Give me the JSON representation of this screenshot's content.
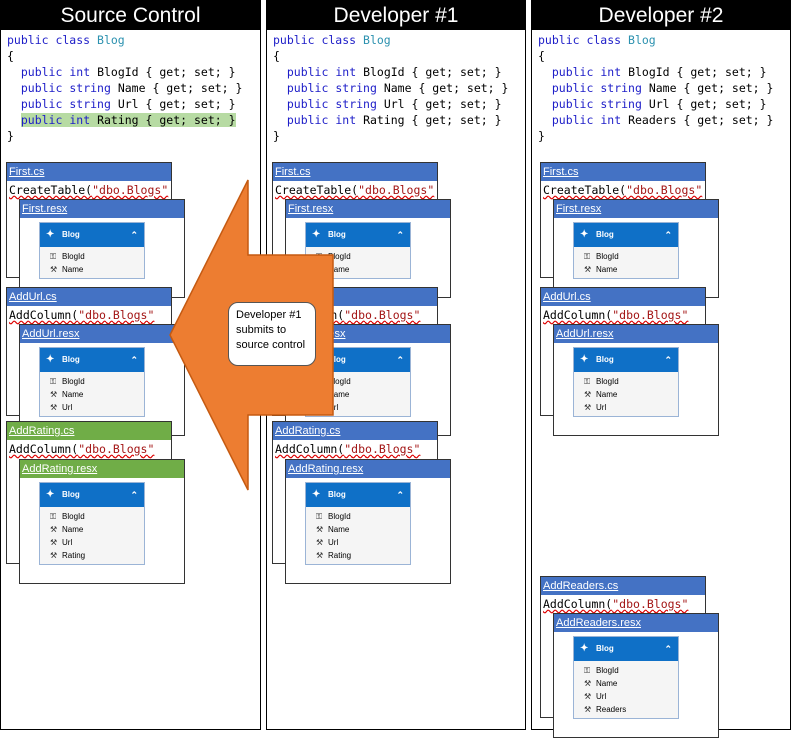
{
  "columns": [
    {
      "title": "Source Control",
      "code": {
        "line1": {
          "kw": "public class",
          "name": "Blog"
        },
        "open": "{",
        "props": [
          {
            "kw1": "public",
            "kw2": "int",
            "rest": "BlogId { get; set; }"
          },
          {
            "kw1": "public",
            "kw2": "string",
            "rest": "Name { get; set; }"
          },
          {
            "kw1": "public",
            "kw2": "string",
            "rest": "Url { get; set; }"
          },
          {
            "kw1": "public",
            "kw2": "int",
            "rest": "Rating { get; set; }"
          }
        ],
        "close": "}"
      },
      "files": [
        {
          "title": "First.cs",
          "code_fn": "CreateTable(",
          "code_str": "\"dbo.Blogs\"",
          "resx_title": "First.resx",
          "entity": "Blog",
          "props": [
            "BlogId",
            "Name"
          ]
        },
        {
          "title": "AddUrl.cs",
          "code_fn": "AddColumn(",
          "code_str": "\"dbo.Blogs\"",
          "resx_title": "AddUrl.resx",
          "entity": "Blog",
          "props": [
            "BlogId",
            "Name",
            "Url"
          ]
        },
        {
          "title": "AddRating.cs",
          "code_fn": "AddColumn(",
          "code_str": "\"dbo.Blogs\"",
          "resx_title": "AddRating.resx",
          "entity": "Blog",
          "props": [
            "BlogId",
            "Name",
            "Url",
            "Rating"
          ]
        }
      ]
    },
    {
      "title": "Developer #1",
      "code": {
        "line1": {
          "kw": "public class",
          "name": "Blog"
        },
        "open": "{",
        "props": [
          {
            "kw1": "public",
            "kw2": "int",
            "rest": "BlogId { get; set; }"
          },
          {
            "kw1": "public",
            "kw2": "string",
            "rest": "Name { get; set; }"
          },
          {
            "kw1": "public",
            "kw2": "string",
            "rest": "Url { get; set; }"
          },
          {
            "kw1": "public",
            "kw2": "int",
            "rest": "Rating { get; set; }"
          }
        ],
        "close": "}"
      },
      "files": [
        {
          "title": "First.cs",
          "code_fn": "CreateTable(",
          "code_str": "\"dbo.Blogs\"",
          "resx_title": "First.resx",
          "entity": "Blog",
          "props": [
            "BlogId",
            "Name"
          ]
        },
        {
          "title": "AddUrl.cs",
          "code_fn": "AddColumn(",
          "code_str": "\"dbo.Blogs\"",
          "resx_title": "AddUrl.resx",
          "entity": "Blog",
          "props": [
            "BlogId",
            "Name",
            "Url"
          ]
        },
        {
          "title": "AddRating.cs",
          "code_fn": "AddColumn(",
          "code_str": "\"dbo.Blogs\"",
          "resx_title": "AddRating.resx",
          "entity": "Blog",
          "props": [
            "BlogId",
            "Name",
            "Url",
            "Rating"
          ]
        }
      ]
    },
    {
      "title": "Developer #2",
      "code": {
        "line1": {
          "kw": "public class",
          "name": "Blog"
        },
        "open": "{",
        "props": [
          {
            "kw1": "public",
            "kw2": "int",
            "rest": "BlogId { get; set; }"
          },
          {
            "kw1": "public",
            "kw2": "string",
            "rest": "Name { get; set; }"
          },
          {
            "kw1": "public",
            "kw2": "string",
            "rest": "Url { get; set; }"
          },
          {
            "kw1": "public",
            "kw2": "int",
            "rest": "Readers { get; set; }"
          }
        ],
        "close": "}"
      },
      "files": [
        {
          "title": "First.cs",
          "code_fn": "CreateTable(",
          "code_str": "\"dbo.Blogs\"",
          "resx_title": "First.resx",
          "entity": "Blog",
          "props": [
            "BlogId",
            "Name"
          ]
        },
        {
          "title": "AddUrl.cs",
          "code_fn": "AddColumn(",
          "code_str": "\"dbo.Blogs\"",
          "resx_title": "AddUrl.resx",
          "entity": "Blog",
          "props": [
            "BlogId",
            "Name",
            "Url"
          ]
        },
        {
          "title": "AddReaders.cs",
          "code_fn": "AddColumn(",
          "code_str": "\"dbo.Blogs\"",
          "resx_title": "AddReaders.resx",
          "entity": "Blog",
          "props": [
            "BlogId",
            "Name",
            "Url",
            "Readers"
          ]
        }
      ]
    }
  ],
  "arrow_note": "Developer #1 submits to source control",
  "colors": {
    "arrow": "#ed7d31",
    "file_blue": "#4472c4",
    "file_green": "#70ad47",
    "entity_header": "#0f70c7",
    "highlight": "#b7dba3"
  }
}
